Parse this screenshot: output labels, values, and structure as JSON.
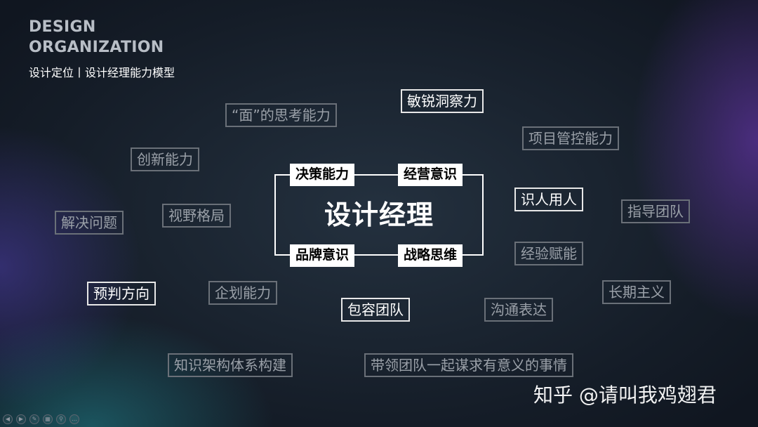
{
  "header": {
    "title_line1": "DESIGN",
    "title_line2": "ORGANIZATION",
    "subtitle": "设计定位丨设计经理能力模型"
  },
  "center": {
    "title": "设计经理",
    "cores": [
      "决策能力",
      "经营意识",
      "品牌意识",
      "战略思维"
    ]
  },
  "abilities": {
    "mian_thinking": "“面”的思考能力",
    "insight": "敏锐洞察力",
    "project_control": "项目管控能力",
    "innovation": "创新能力",
    "problem_solving": "解决问题",
    "vision": "视野格局",
    "people": "识人用人",
    "guide_team": "指导团队",
    "empower": "经验赋能",
    "foresight": "预判方向",
    "planning": "企划能力",
    "inclusive": "包容团队",
    "communication": "沟通表达",
    "long_term": "长期主义",
    "knowledge": "知识架构体系构建",
    "lead_team": "带领团队一起谋求有意义的事情"
  },
  "watermark": "知乎 @请叫我鸡翅君",
  "toolbar": [
    "prev-icon",
    "next-icon",
    "pen-icon",
    "slides-icon",
    "zoom-icon",
    "more-icon"
  ]
}
